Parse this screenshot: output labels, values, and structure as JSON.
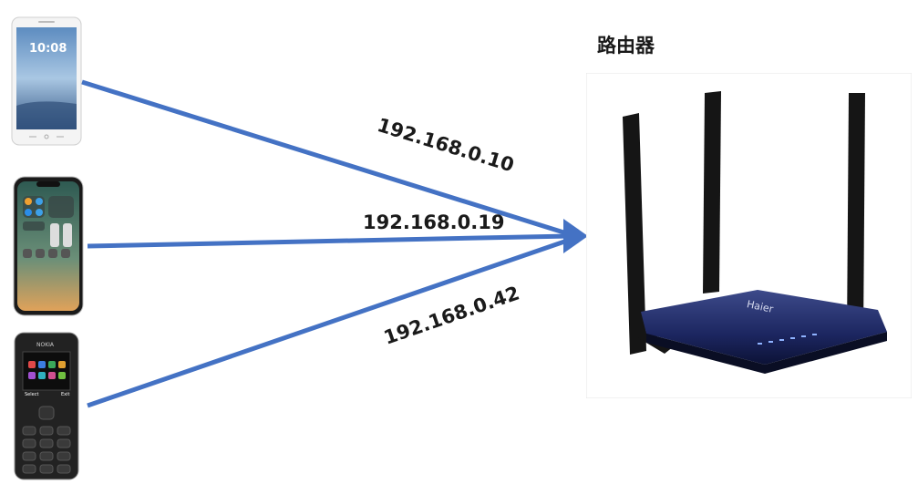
{
  "diagram": {
    "router_label": "路由器",
    "router_brand": "Haier",
    "connections": [
      {
        "device": "phone-android",
        "ip": "192.168.0.10"
      },
      {
        "device": "phone-iphone",
        "ip": "192.168.0.19"
      },
      {
        "device": "phone-nokia",
        "ip": "192.168.0.42"
      }
    ],
    "phone1": {
      "clock": "10:08"
    },
    "phone3": {
      "brand": "NOKIA",
      "soft_left": "Select",
      "soft_right": "Exit"
    },
    "arrow_color": "#4472c4"
  }
}
